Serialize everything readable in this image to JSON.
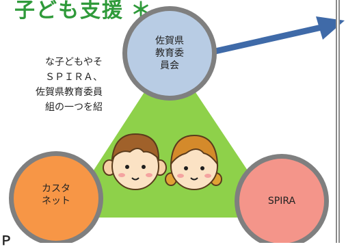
{
  "title": {
    "text": "子ども支援",
    "star": "＊",
    "color": "#2f9a3a"
  },
  "body_lines": [
    "な子どもやそ",
    "ＳＰＩＲＡ、",
    "佐賀県教育委員",
    "組の一つを紹"
  ],
  "nodes": {
    "top": {
      "label": "佐賀県\n教育委\n員会",
      "color": "#b8cce4"
    },
    "left": {
      "label": "カスタ\nネット",
      "color": "#f79646"
    },
    "right": {
      "label": "SPIRA",
      "color": "#f4958a"
    }
  },
  "colors": {
    "triangle": "#8ed14a",
    "arrow": "#3f6aa8",
    "ring": "#7f7f7f"
  },
  "bottom_fragment": "Ｐ"
}
